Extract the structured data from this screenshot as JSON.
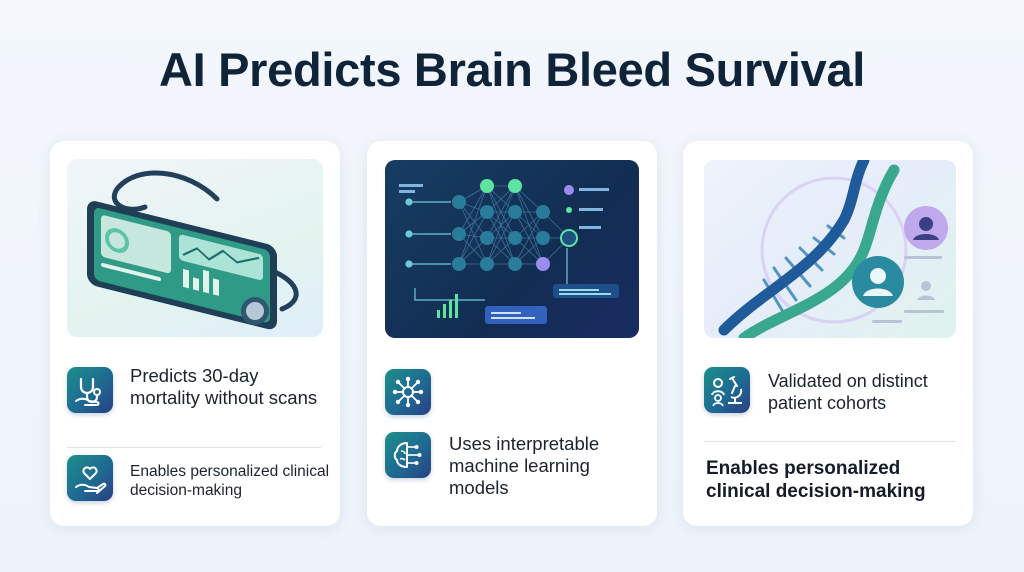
{
  "title": "AI Predicts Brain Bleed Survival",
  "cards": [
    {
      "illustration": "tablet-stethoscope-illustration",
      "items": [
        {
          "icon": "hand-stethoscope-icon",
          "text": "Predicts 30-day mortality without scans"
        },
        {
          "icon": "hand-heart-icon",
          "text": "Enables personalized clinical decision-making"
        }
      ]
    },
    {
      "illustration": "neural-network-illustration",
      "items": [
        {
          "icon": "network-nodes-icon",
          "text": ""
        },
        {
          "icon": "brain-circuit-icon",
          "text": "Uses interpretable machine learning models"
        }
      ]
    },
    {
      "illustration": "dna-patient-illustration",
      "items": [
        {
          "icon": "people-microscope-icon",
          "text": "Validated on distinct patient cohorts"
        },
        {
          "icon": "",
          "text": "Enables personalized clinical decision-making"
        }
      ]
    }
  ],
  "colors": {
    "title": "#0f2438",
    "accent_teal": "#1d8f8a",
    "accent_blue": "#2a3f86",
    "network_bg": "#12325a",
    "node_green": "#5fe3a1",
    "node_purple": "#9b8cf0"
  }
}
